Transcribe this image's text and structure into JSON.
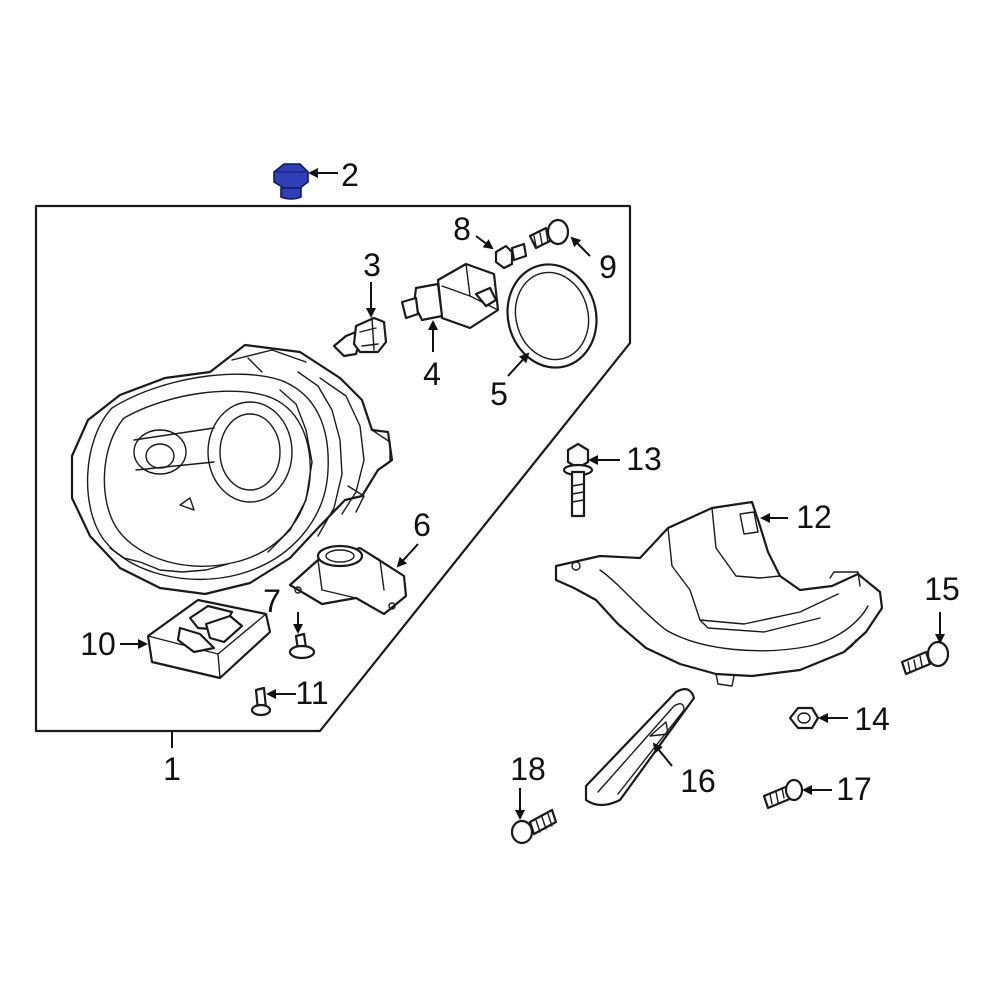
{
  "diagram": {
    "callouts": [
      {
        "id": "1",
        "label": "1"
      },
      {
        "id": "2",
        "label": "2"
      },
      {
        "id": "3",
        "label": "3"
      },
      {
        "id": "4",
        "label": "4"
      },
      {
        "id": "5",
        "label": "5"
      },
      {
        "id": "6",
        "label": "6"
      },
      {
        "id": "7",
        "label": "7"
      },
      {
        "id": "8",
        "label": "8"
      },
      {
        "id": "9",
        "label": "9"
      },
      {
        "id": "10",
        "label": "10"
      },
      {
        "id": "11",
        "label": "11"
      },
      {
        "id": "12",
        "label": "12"
      },
      {
        "id": "13",
        "label": "13"
      },
      {
        "id": "14",
        "label": "14"
      },
      {
        "id": "15",
        "label": "15"
      },
      {
        "id": "16",
        "label": "16"
      },
      {
        "id": "17",
        "label": "17"
      },
      {
        "id": "18",
        "label": "18"
      }
    ],
    "highlighted_part": "2",
    "highlight_color": "#2f3fb5",
    "line_color": "#1a1a1a"
  }
}
